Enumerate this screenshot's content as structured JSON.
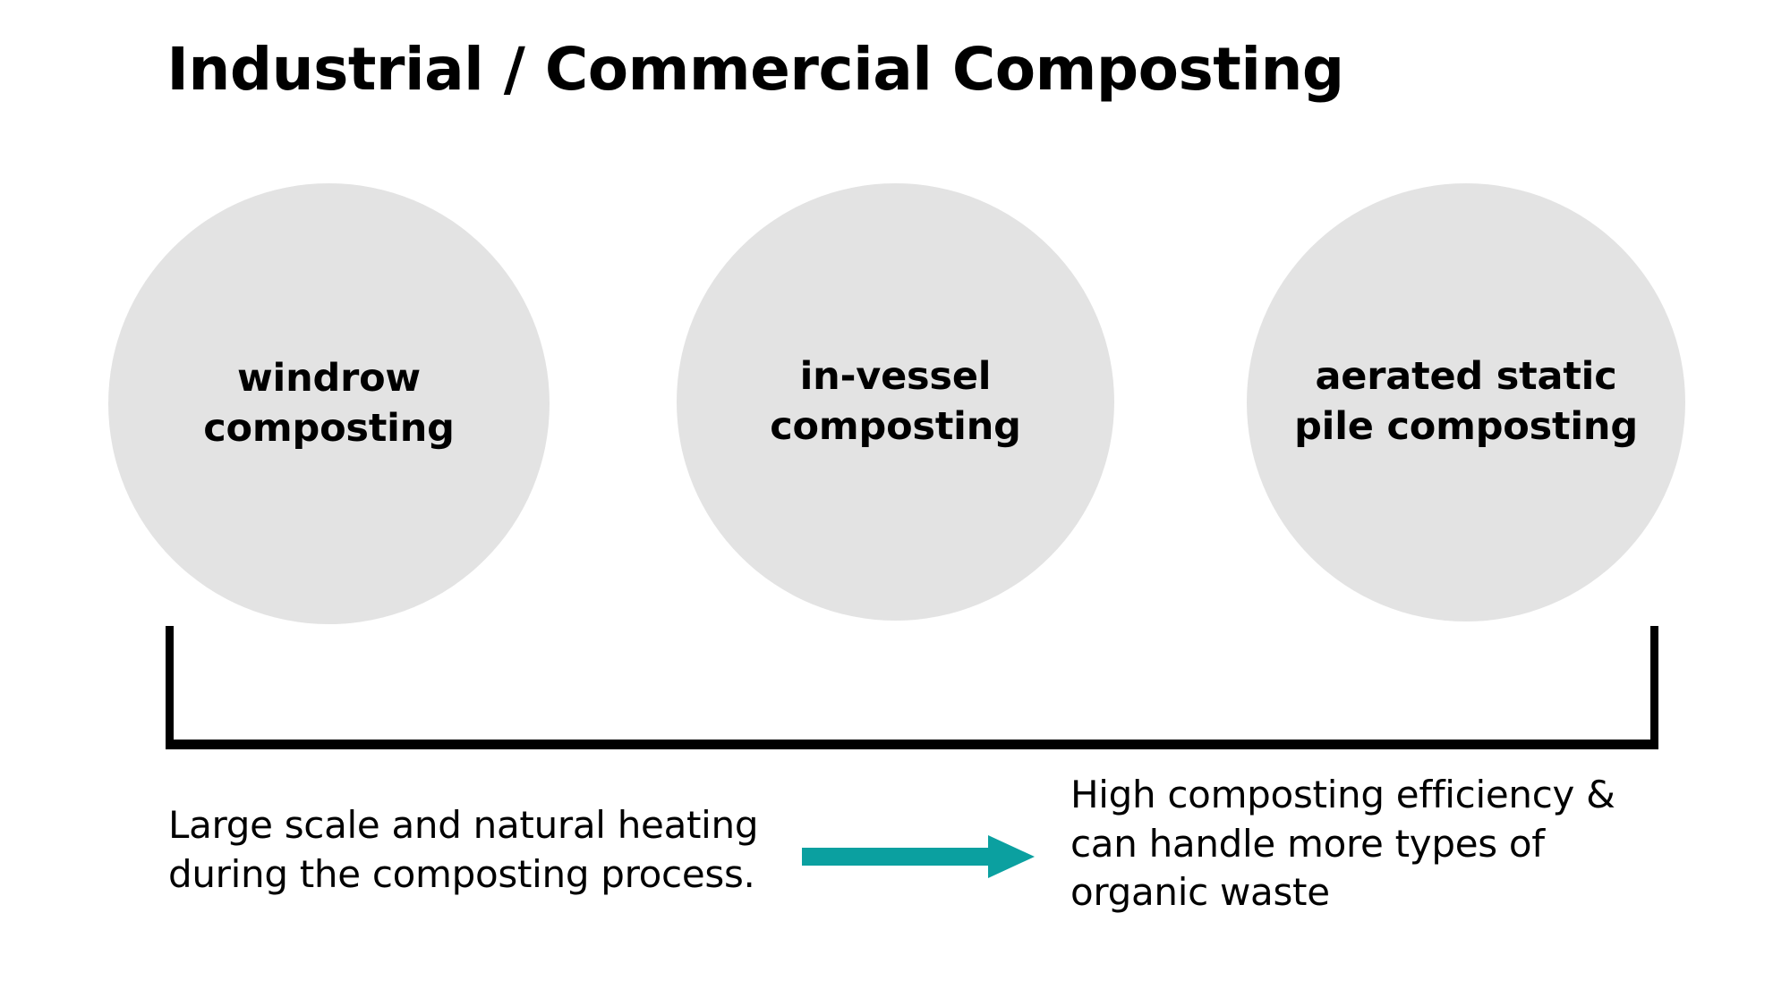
{
  "title": "Industrial / Commercial Composting",
  "colors": {
    "background": "#ffffff",
    "circle_fill": "#e3e3e3",
    "text": "#000000",
    "bracket": "#000000",
    "arrow_accent": "#0ba0a0"
  },
  "circles": [
    {
      "id": "windrow",
      "label": "windrow\ncomposting"
    },
    {
      "id": "in-vessel",
      "label": "in-vessel\ncomposting"
    },
    {
      "id": "aerated-static-pile",
      "label": "aerated static\npile composting"
    }
  ],
  "captions": {
    "left": "Large scale and natural heating during the composting process.",
    "right": "High composting efficiency & can handle more types of organic waste"
  },
  "arrow": {
    "name": "right-arrow-icon",
    "direction": "right"
  }
}
